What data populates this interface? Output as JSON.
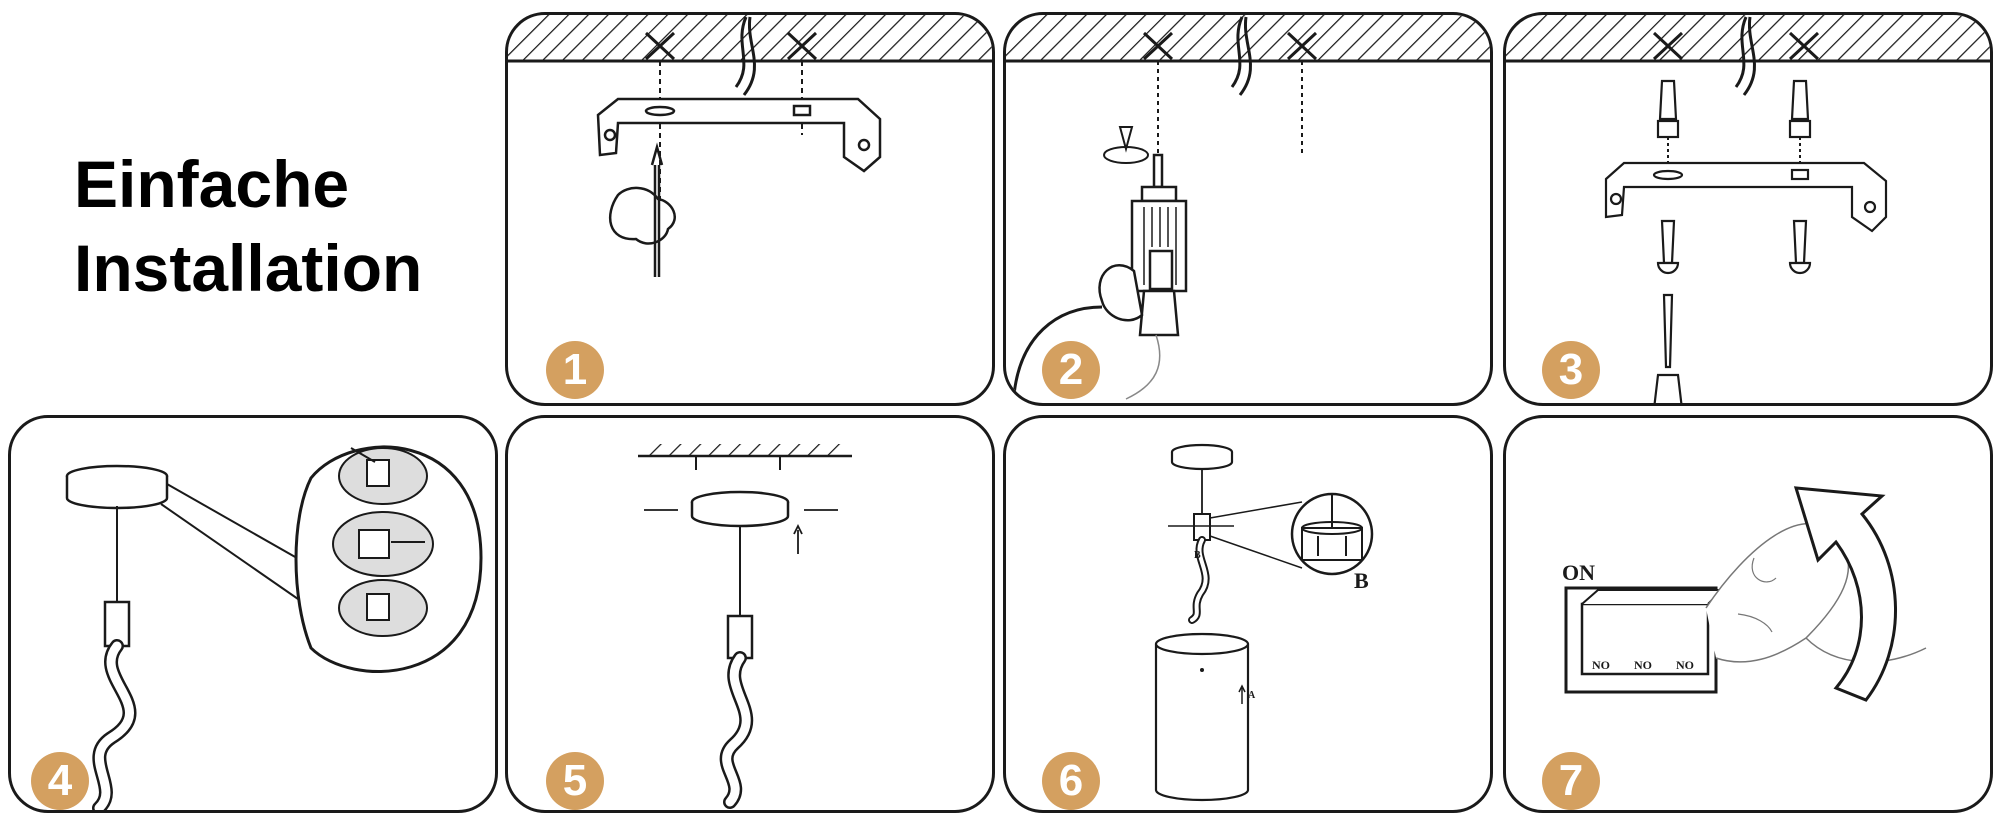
{
  "title": {
    "line1": "Einfache",
    "line2": "Installation"
  },
  "steps": [
    {
      "number": "1",
      "illustration": "mark-holes-with-pencil-icon"
    },
    {
      "number": "2",
      "illustration": "drill-holes-icon"
    },
    {
      "number": "3",
      "illustration": "screw-mounting-bracket-icon"
    },
    {
      "number": "4",
      "illustration": "connect-wires-icon"
    },
    {
      "number": "5",
      "illustration": "attach-canopy-icon"
    },
    {
      "number": "6",
      "illustration": "attach-lamp-shade-icon"
    },
    {
      "number": "7",
      "illustration": "switch-on-icon"
    }
  ],
  "labels": {
    "step6_b": "B",
    "step6_b_small": "B",
    "step6_a_small": "A",
    "step7_on": "ON",
    "step7_switch": "NO"
  },
  "colors": {
    "badge": "#d4a060",
    "line": "#1a1a1a"
  }
}
